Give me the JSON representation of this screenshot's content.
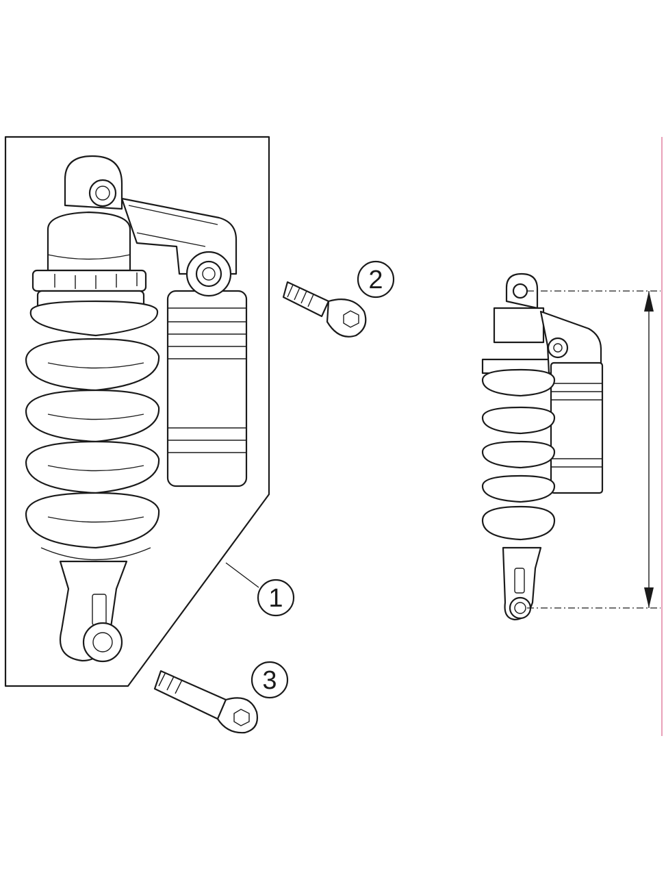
{
  "callouts": [
    {
      "label": "1"
    },
    {
      "label": "2"
    },
    {
      "label": "3"
    }
  ],
  "colors": {
    "line": "#1a1a1a",
    "edge_marker": "#e8a0b8"
  }
}
